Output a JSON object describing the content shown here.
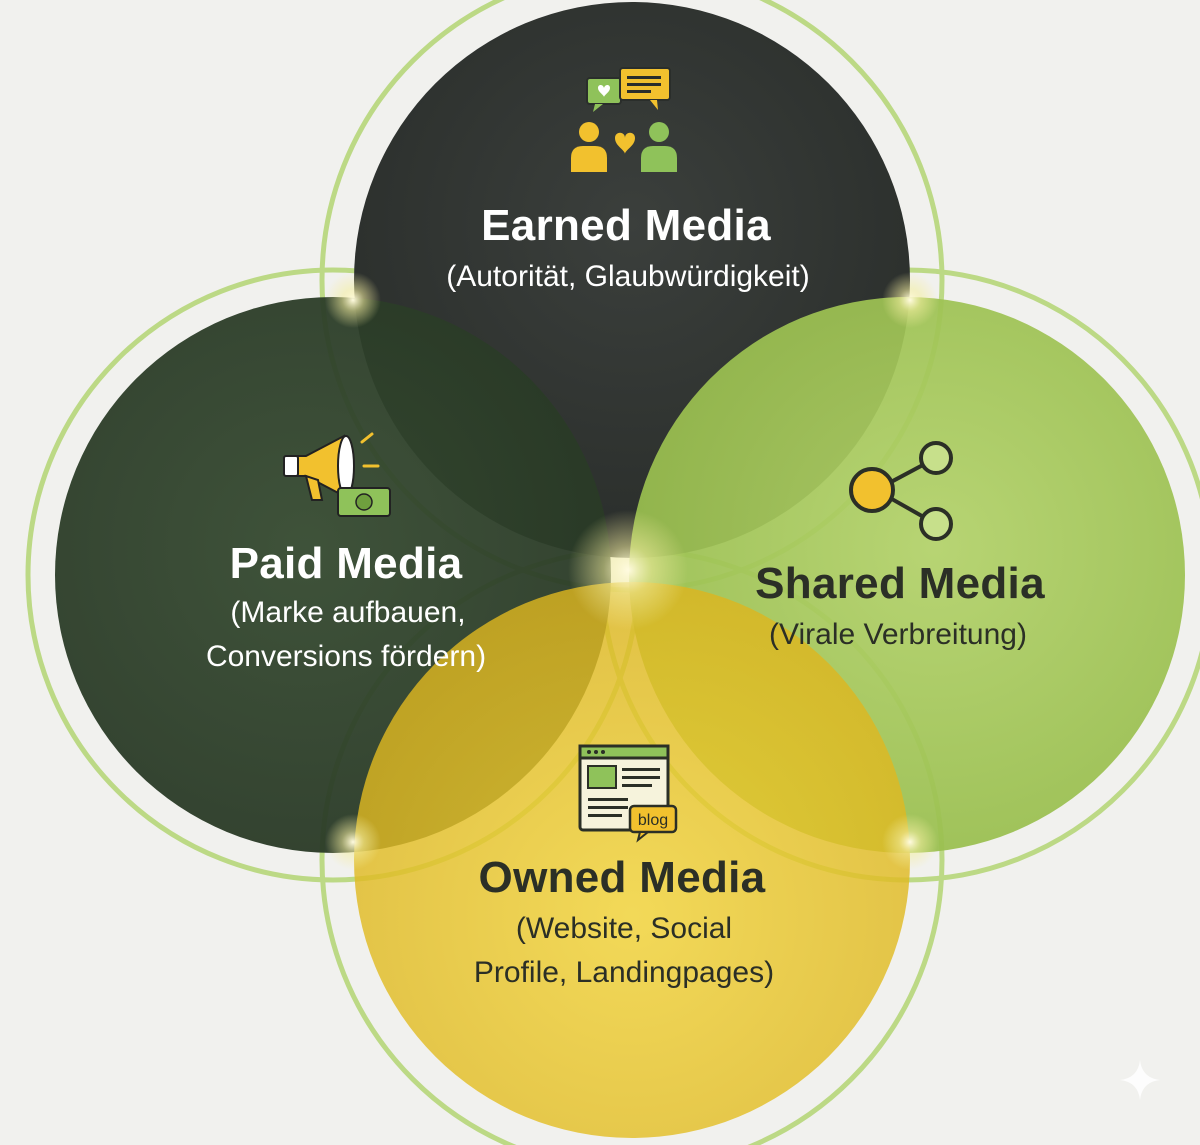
{
  "diagram": {
    "earned": {
      "title": "Earned Media",
      "subtitle_lines": [
        "(Autorität, Glaubwürdigkeit)"
      ],
      "icon": "community-chat-icon",
      "fill": "#2f3330"
    },
    "paid": {
      "title": "Paid Media",
      "subtitle_lines": [
        "(Marke aufbauen,",
        "Conversions fördern)"
      ],
      "icon": "megaphone-money-icon",
      "fill": "#2e3f2a"
    },
    "shared": {
      "title": "Shared Media",
      "subtitle_lines": [
        "(Virale Verbreitung)"
      ],
      "icon": "share-icon",
      "fill": "#a6c85a"
    },
    "owned": {
      "title": "Owned Media",
      "subtitle_lines": [
        "(Website, Social",
        "Profile, Landingpages)"
      ],
      "icon": "blog-website-icon",
      "fill": "#e9c62a"
    },
    "blog_label": "blog",
    "ring_color": "#b9d77a",
    "accent_yellow": "#f2c12e",
    "accent_green": "#8fc25a"
  }
}
